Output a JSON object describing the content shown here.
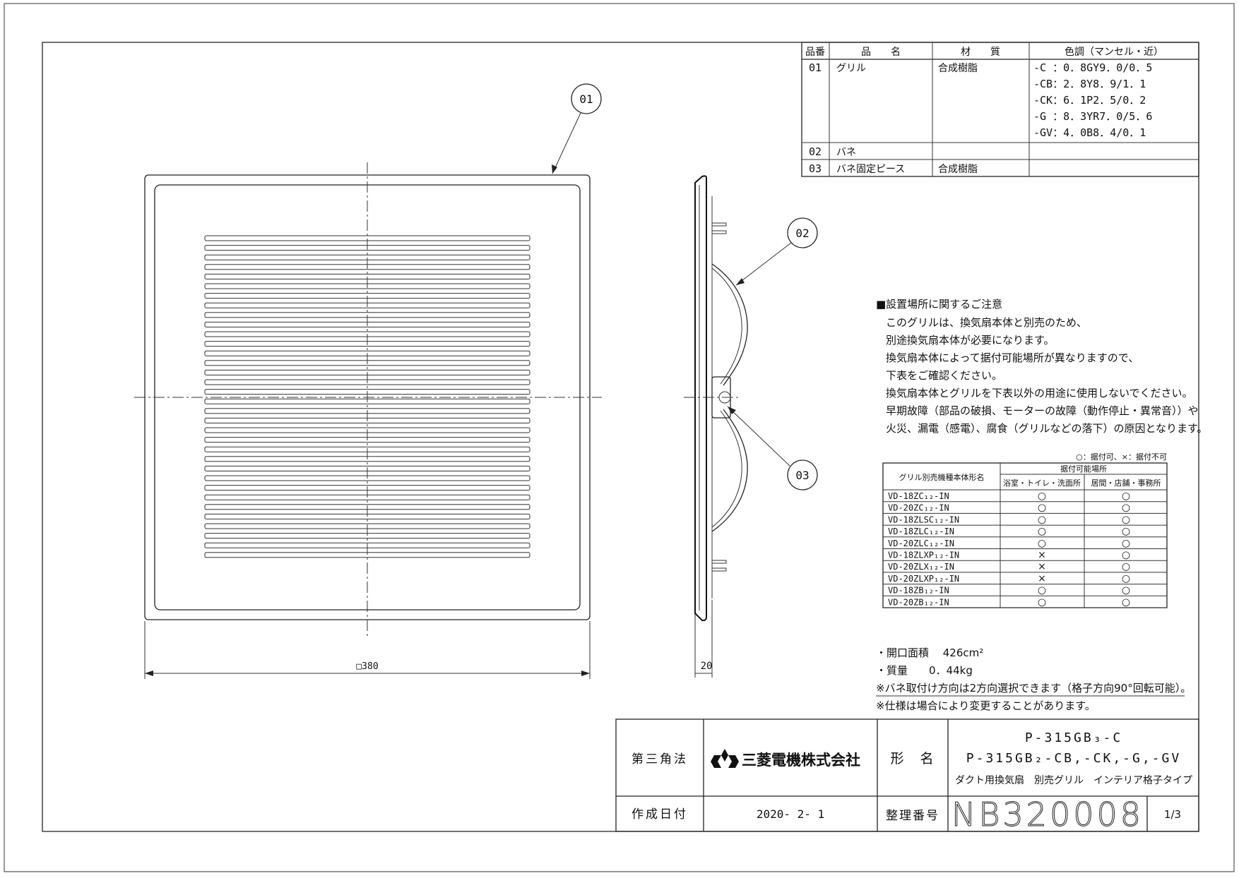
{
  "parts_table": {
    "headers": [
      "品番",
      "品　　名",
      "材　　質",
      "色調（マンセル・近）"
    ],
    "rows": [
      {
        "no": "01",
        "name": "グリル",
        "material": "合成樹脂",
        "colors": [
          "-C ：0．8GY9．0/0．5",
          "-CB：2．8Y8．9/1．1",
          "-CK：6．1P2．5/0．2",
          "-G ：8．3YR7．0/5．6",
          "-GV：4．0B8．4/0．1"
        ]
      },
      {
        "no": "02",
        "name": "バネ",
        "material": "",
        "colors": []
      },
      {
        "no": "03",
        "name": "バネ固定ピース",
        "material": "合成樹脂",
        "colors": []
      }
    ]
  },
  "callouts": [
    "01",
    "02",
    "03"
  ],
  "dimensions": {
    "width": "□380",
    "depth": "20"
  },
  "notes": {
    "heading": "■設置場所に関するご注意",
    "lines": [
      "このグリルは、換気扇本体と別売のため、",
      "別途換気扇本体が必要になります。",
      "換気扇本体によって据付可能場所が異なりますので、",
      "下表をご確認ください。",
      "換気扇本体とグリルを下表以外の用途に使用しないでください。",
      "早期故障（部品の破損、モーターの故障（動作停止・異常音））や",
      "火災、漏電（感電）、腐食（グリルなどの落下）の原因となります。"
    ]
  },
  "compat_table": {
    "legend": "○：据付可、×：据付不可",
    "col_main": "グリル別売機種本体形名",
    "col_group": "据付可能場所",
    "col_a": "浴室・トイレ・洗面所",
    "col_b": "居間・店舗・事務所",
    "rows": [
      {
        "model": "VD-18ZC₁₂-IN",
        "a": "○",
        "b": "○"
      },
      {
        "model": "VD-20ZC₁₂-IN",
        "a": "○",
        "b": "○"
      },
      {
        "model": "VD-18ZLSC₁₂-IN",
        "a": "○",
        "b": "○"
      },
      {
        "model": "VD-18ZLC₁₂-IN",
        "a": "○",
        "b": "○"
      },
      {
        "model": "VD-20ZLC₁₂-IN",
        "a": "○",
        "b": "○"
      },
      {
        "model": "VD-18ZLXP₁₂-IN",
        "a": "×",
        "b": "○"
      },
      {
        "model": "VD-20ZLX₁₂-IN",
        "a": "×",
        "b": "○"
      },
      {
        "model": "VD-20ZLXP₁₂-IN",
        "a": "×",
        "b": "○"
      },
      {
        "model": "VD-18ZB₁₂-IN",
        "a": "○",
        "b": "○"
      },
      {
        "model": "VD-20ZB₁₂-IN",
        "a": "○",
        "b": "○"
      }
    ]
  },
  "specs": [
    "・開口面積　 426cm²",
    "・質量　　0．44kg",
    "※バネ取付け方向は2方向選択できます（格子方向90°回転可能）。",
    "※仕様は場合により変更することがあります。"
  ],
  "title_block": {
    "projection": "第三角法",
    "company": "三菱電機株式会社",
    "model_label": "形　名",
    "model_line1": "P-315GB₃-C",
    "model_line2": "P-315GB₂-CB,-CK,-G,-GV",
    "description": "ダクト用換気扇　別売グリル　インテリア格子タイプ",
    "date_label": "作成日付",
    "date": "2020- 2- 1",
    "number_label": "整理番号",
    "number": "NB320008",
    "sheet": "1/3"
  }
}
